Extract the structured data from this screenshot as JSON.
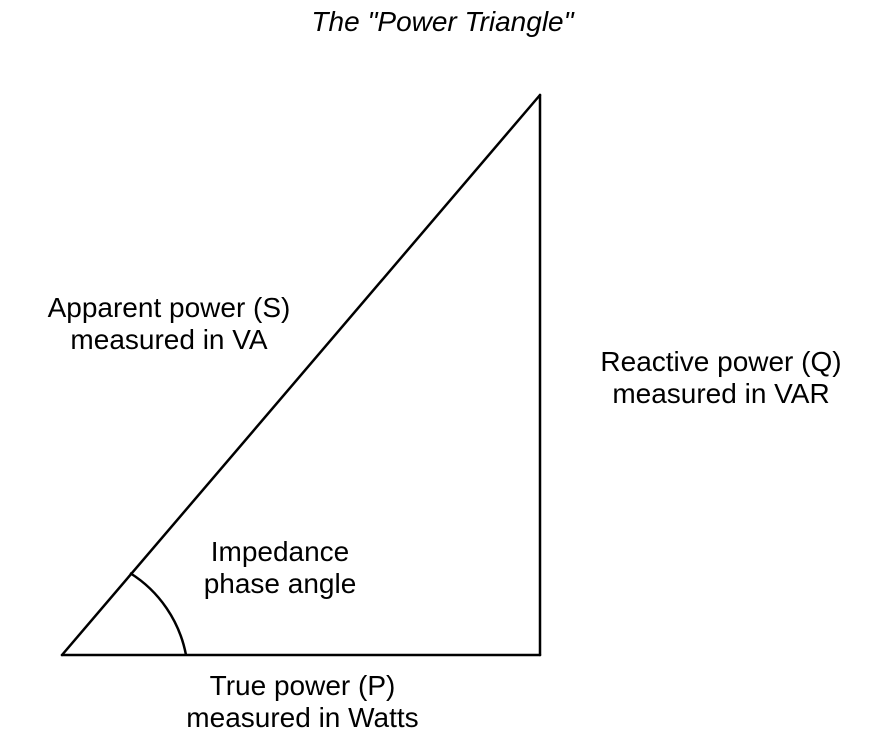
{
  "title": "The \"Power Triangle\"",
  "apparent_power": {
    "line1": "Apparent power  (S)",
    "line2": "measured in VA"
  },
  "reactive_power": {
    "line1": "Reactive power  (Q)",
    "line2": "measured in VAR"
  },
  "phase_angle": {
    "line1": "Impedance",
    "line2": "phase angle"
  },
  "true_power": {
    "line1": "True power (P)",
    "line2": "measured in Watts"
  },
  "colors": {
    "stroke": "#000000",
    "background": "#ffffff"
  }
}
